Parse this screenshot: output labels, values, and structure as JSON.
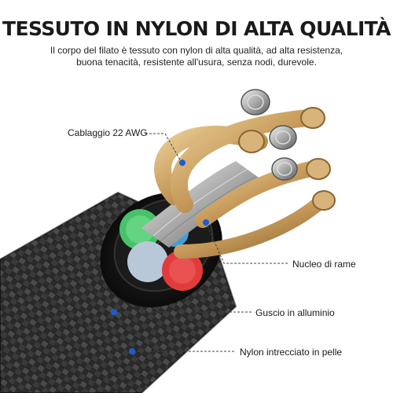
{
  "header": {
    "title": "TESSUTO IN NYLON DI ALTA QUALITÀ",
    "description_line1": "Il corpo del filato è tessuto con nylon di alta qualità, ad alta resistenza,",
    "description_line2": "buona tenacità, resistente all'usura, senza nodi, durevole."
  },
  "callouts": {
    "wiring": "Cablaggio 22 AWG",
    "core": "Nucleo di rame",
    "shell": "Guscio in alluminio",
    "braid": "Nylon intrecciato in pelle"
  },
  "colors": {
    "accent_dot": "#1e5bd6",
    "copper": "#c8a064",
    "wire_red": "#e23b3b",
    "wire_green": "#47c26a",
    "wire_blue": "#3aa0e0",
    "shell_black": "#111111"
  }
}
